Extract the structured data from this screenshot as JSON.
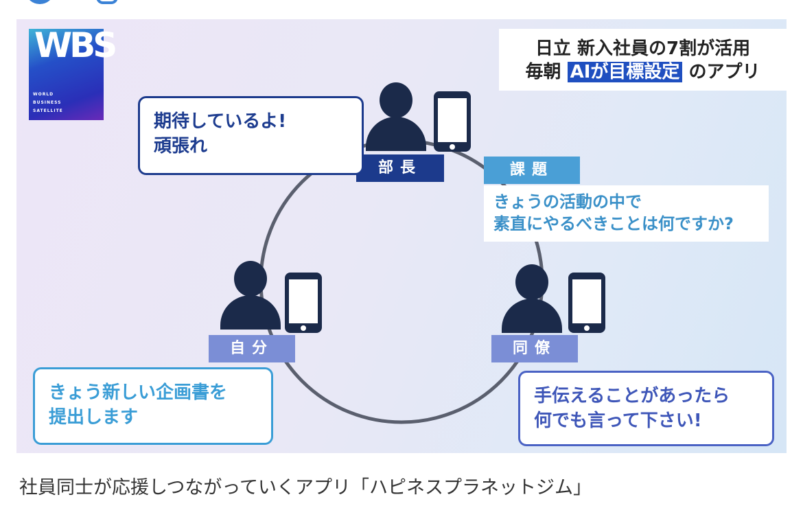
{
  "logo": {
    "mark": "WBS",
    "line1": "WORLD",
    "line2": "BUSINESS",
    "line3": "SATELLITE"
  },
  "title": {
    "line1": "日立 新入社員の7割が活用",
    "line2_pre": "毎朝",
    "line2_highlight": "AIが目標設定",
    "line2_post": "のアプリ"
  },
  "people": {
    "boss": "部長",
    "self": "自分",
    "colleague": "同僚"
  },
  "task": {
    "header": "課題",
    "line1": "きょうの活動の中で",
    "line2": "素直にやるべきことは何ですか?"
  },
  "bubbles": {
    "boss": {
      "line1": "期待しているよ!",
      "line2": "頑張れ"
    },
    "self": {
      "line1": "きょう新しい企画書を",
      "line2": "提出します"
    },
    "colleague": {
      "line1": "手伝えることがあったら",
      "line2": "何でも言って下さい!"
    }
  },
  "caption": "社員同士が応援しつながっていくアプリ「ハピネスプラネットジム」",
  "colors": {
    "navy": "#1c3a8c",
    "sky": "#3a9dd6",
    "indigo": "#4a62c4",
    "periwinkle": "#7b8ed6"
  }
}
